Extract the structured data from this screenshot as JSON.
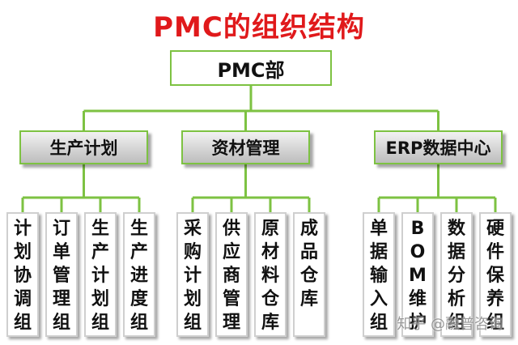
{
  "title": "PMC的组织结构",
  "root": "PMC部",
  "departments": [
    {
      "name": "生产计划",
      "groups": [
        "计划协调组",
        "订单管理组",
        "生产计划组",
        "生产进度组"
      ]
    },
    {
      "name": "资材管理",
      "groups": [
        "采购计划组",
        "供应商管理",
        "原材料仓库",
        "成品仓库"
      ]
    },
    {
      "name": "ERP数据中心",
      "groups": [
        "单据输入组",
        "BOM维护",
        "数据分析组",
        "硬件保养组"
      ]
    }
  ],
  "watermark": "知乎 @融普咨询",
  "colors": {
    "title": "#e0191b",
    "border": "#7dc242",
    "connector": "#7dc242"
  }
}
